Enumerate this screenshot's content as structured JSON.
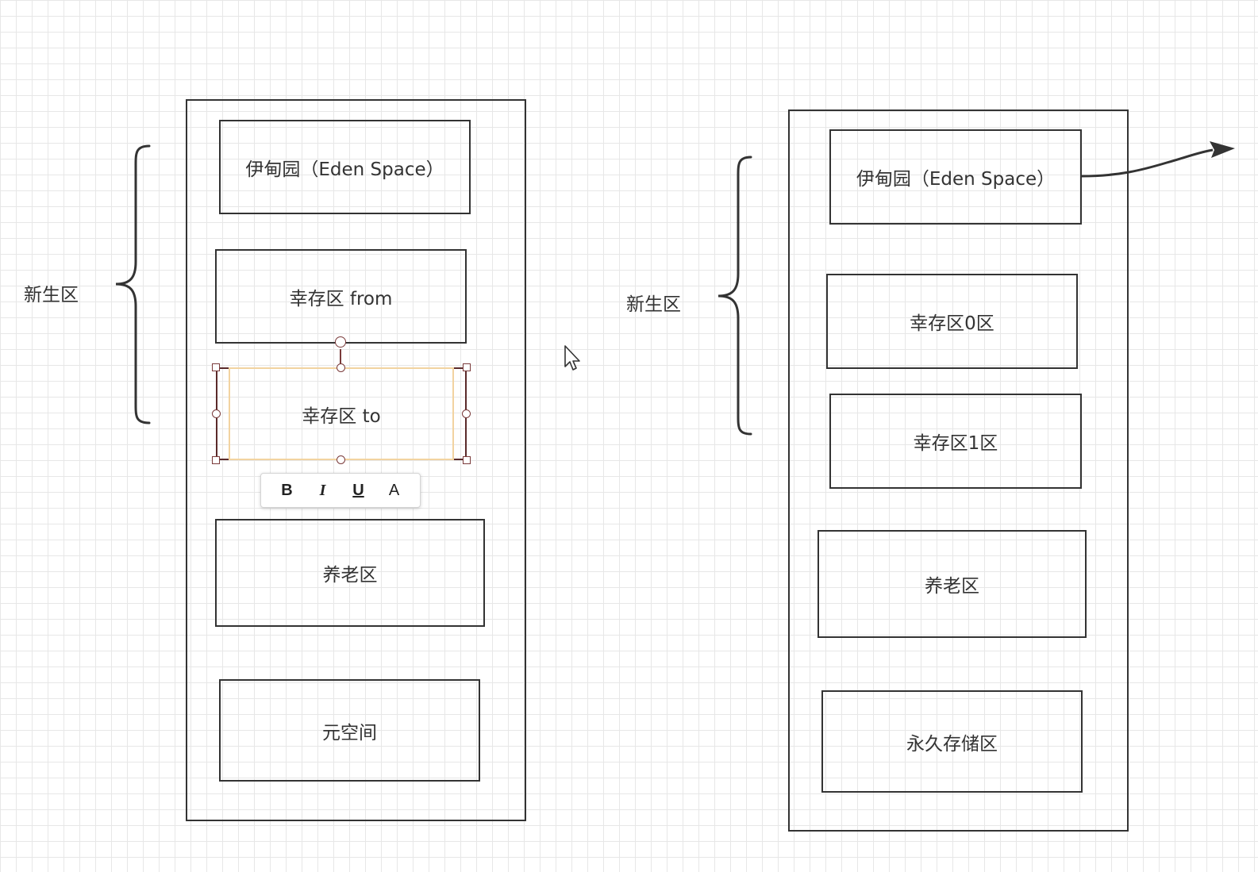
{
  "left_diagram": {
    "brace_label": "新生区",
    "eden": "伊甸园（Eden Space）",
    "survivor_from": "幸存区 from",
    "survivor_to": "幸存区 to",
    "old_gen": "养老区",
    "metaspace": "元空间"
  },
  "right_diagram": {
    "brace_label": "新生区",
    "eden": "伊甸园（Eden Space）",
    "survivor_0": "幸存区0区",
    "survivor_1": "幸存区1区",
    "old_gen": "养老区",
    "permanent": "永久存储区"
  },
  "text_toolbar": {
    "bold": "B",
    "italic": "I",
    "underline": "U",
    "font": "A"
  },
  "colors": {
    "stroke": "#333333",
    "grid": "#e7e7e7",
    "selection": "#7a3a3a",
    "selection_inner": "#f2d3a0"
  },
  "icons": {
    "cursor": "mouse-pointer-icon",
    "arrow": "arrow-right-icon"
  }
}
